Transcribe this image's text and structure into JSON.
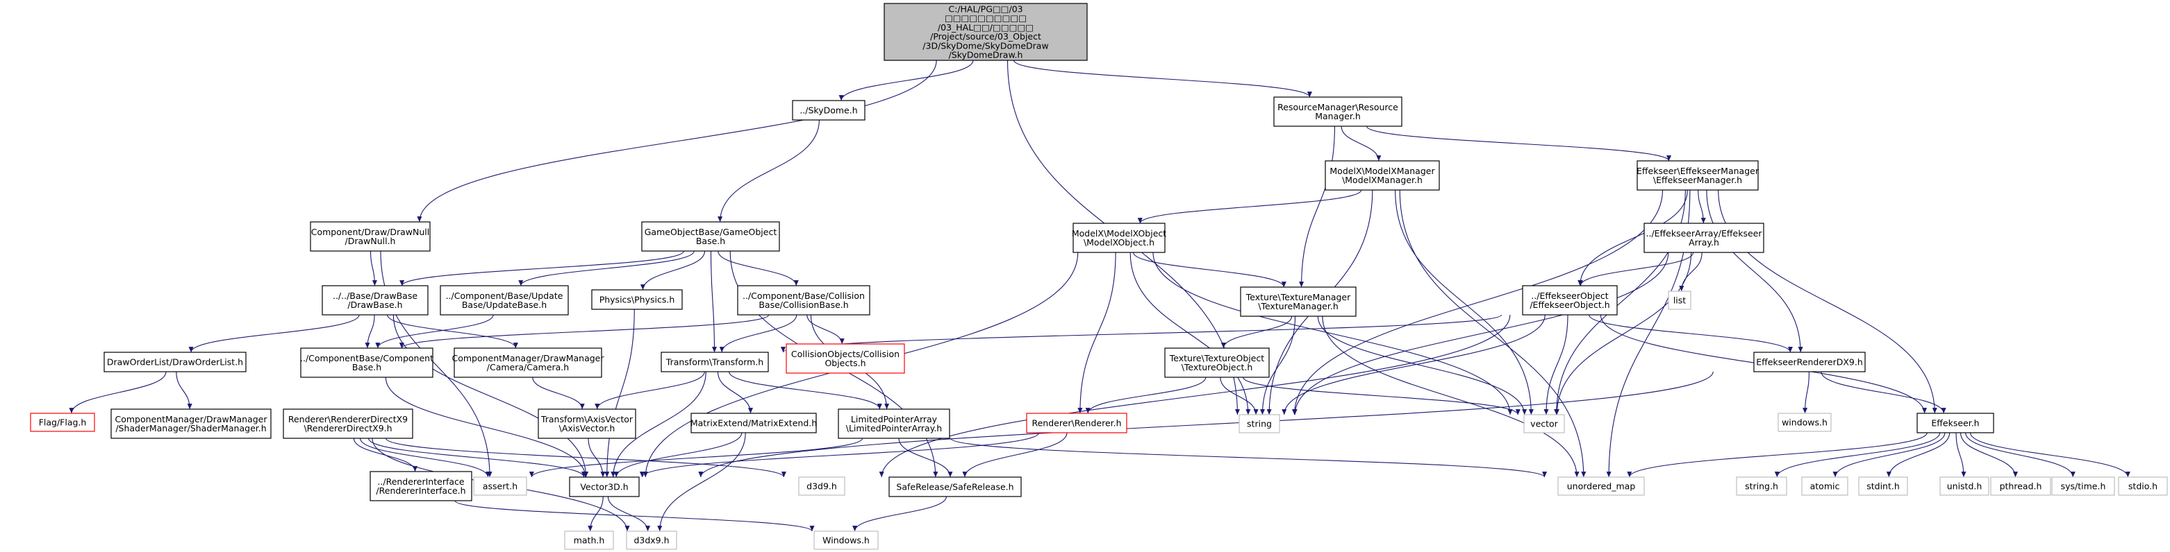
{
  "nodes": {
    "root": {
      "lines": [
        "C:/HAL/PG□□/03",
        "□□□□□□□□□□",
        "/03_HAL□□/□□□□□",
        "/Project/source/03_Object",
        "/3D/SkyDome/SkyDomeDraw",
        "/SkyDomeDraw.h"
      ],
      "style": "root"
    },
    "skydome": {
      "lines": [
        "../SkyDome.h"
      ],
      "style": "normal"
    },
    "resmgr": {
      "lines": [
        "ResourceManager\\Resource",
        "Manager.h"
      ],
      "style": "normal"
    },
    "drawnull": {
      "lines": [
        "Component/Draw/DrawNull",
        "/DrawNull.h"
      ],
      "style": "normal"
    },
    "gameobjectbase": {
      "lines": [
        "GameObjectBase/GameObject",
        "Base.h"
      ],
      "style": "normal"
    },
    "modelxmgr": {
      "lines": [
        "ModelX\\ModelXManager",
        "\\ModelXManager.h"
      ],
      "style": "normal"
    },
    "effmgr": {
      "lines": [
        "Effekseer\\EffekseerManager",
        "\\EffekseerManager.h"
      ],
      "style": "normal"
    },
    "drawbase": {
      "lines": [
        "../../Base/DrawBase",
        "/DrawBase.h"
      ],
      "style": "normal"
    },
    "updatebase": {
      "lines": [
        "../Component/Base/Update",
        "Base/UpdateBase.h"
      ],
      "style": "normal"
    },
    "physics": {
      "lines": [
        "Physics\\Physics.h"
      ],
      "style": "normal"
    },
    "collisionbase": {
      "lines": [
        "../Component/Base/Collision",
        "Base/CollisionBase.h"
      ],
      "style": "normal"
    },
    "modelxobj": {
      "lines": [
        "ModelX\\ModelXObject",
        "\\ModelXObject.h"
      ],
      "style": "normal"
    },
    "texmgr": {
      "lines": [
        "Texture\\TextureManager",
        "\\TextureManager.h"
      ],
      "style": "normal"
    },
    "effarray": {
      "lines": [
        "../EffekseerArray/Effekseer",
        "Array.h"
      ],
      "style": "normal"
    },
    "list": {
      "lines": [
        "list"
      ],
      "style": "gray"
    },
    "effobj": {
      "lines": [
        "../EffekseerObject",
        "/EffekseerObject.h"
      ],
      "style": "normal"
    },
    "componentbase": {
      "lines": [
        "../ComponentBase/Component",
        "Base.h"
      ],
      "style": "normal"
    },
    "camera": {
      "lines": [
        "ComponentManager/DrawManager",
        "/Camera/Camera.h"
      ],
      "style": "normal"
    },
    "transform": {
      "lines": [
        "Transform\\Transform.h"
      ],
      "style": "normal"
    },
    "collisionobjects": {
      "lines": [
        "CollisionObjects/Collision",
        "Objects.h"
      ],
      "style": "red"
    },
    "texobj": {
      "lines": [
        "Texture\\TextureObject",
        "\\TextureObject.h"
      ],
      "style": "normal"
    },
    "effrenderer": {
      "lines": [
        "EffekseerRendererDX9.h"
      ],
      "style": "normal"
    },
    "drawlist": {
      "lines": [
        "DrawOrderList/DrawOrderList.h"
      ],
      "style": "normal"
    },
    "flag": {
      "lines": [
        "Flag/Flag.h"
      ],
      "style": "red"
    },
    "shadermgr": {
      "lines": [
        "ComponentManager/DrawManager",
        "/ShaderManager/ShaderManager.h"
      ],
      "style": "normal"
    },
    "rendererdx9": {
      "lines": [
        "Renderer\\RendererDirectX9",
        "\\RendererDirectX9.h"
      ],
      "style": "normal"
    },
    "axisvector": {
      "lines": [
        "Transform\\AxisVector",
        "\\AxisVector.h"
      ],
      "style": "normal"
    },
    "matrixextend": {
      "lines": [
        "MatrixExtend/MatrixExtend.h"
      ],
      "style": "normal"
    },
    "limitedptr": {
      "lines": [
        "LimitedPointerArray",
        "\\LimitedPointerArray.h"
      ],
      "style": "normal"
    },
    "renderer": {
      "lines": [
        "Renderer\\Renderer.h"
      ],
      "style": "red"
    },
    "string": {
      "lines": [
        "string"
      ],
      "style": "gray"
    },
    "vector": {
      "lines": [
        "vector"
      ],
      "style": "gray"
    },
    "windows_lc": {
      "lines": [
        "windows.h"
      ],
      "style": "gray"
    },
    "effekseer": {
      "lines": [
        "Effekseer.h"
      ],
      "style": "normal"
    },
    "rendererinterface": {
      "lines": [
        "../RendererInterface",
        "/RendererInterface.h"
      ],
      "style": "normal"
    },
    "assert": {
      "lines": [
        "assert.h"
      ],
      "style": "gray"
    },
    "vector3d": {
      "lines": [
        "Vector3D.h"
      ],
      "style": "normal"
    },
    "d3d9": {
      "lines": [
        "d3d9.h"
      ],
      "style": "gray"
    },
    "saferelease": {
      "lines": [
        "SafeRelease/SafeRelease.h"
      ],
      "style": "normal"
    },
    "unordered_map": {
      "lines": [
        "unordered_map"
      ],
      "style": "gray"
    },
    "string_h": {
      "lines": [
        "string.h"
      ],
      "style": "gray"
    },
    "atomic": {
      "lines": [
        "atomic"
      ],
      "style": "gray"
    },
    "stdint": {
      "lines": [
        "stdint.h"
      ],
      "style": "gray"
    },
    "unistd": {
      "lines": [
        "unistd.h"
      ],
      "style": "gray"
    },
    "pthread": {
      "lines": [
        "pthread.h"
      ],
      "style": "gray"
    },
    "systime": {
      "lines": [
        "sys/time.h"
      ],
      "style": "gray"
    },
    "stdio": {
      "lines": [
        "stdio.h"
      ],
      "style": "gray"
    },
    "math": {
      "lines": [
        "math.h"
      ],
      "style": "gray"
    },
    "d3dx9": {
      "lines": [
        "d3dx9.h"
      ],
      "style": "gray"
    },
    "windows_uc": {
      "lines": [
        "Windows.h"
      ],
      "style": "gray"
    }
  },
  "edges": [
    [
      "root",
      "skydome"
    ],
    [
      "root",
      "resmgr"
    ],
    [
      "root",
      "drawnull"
    ],
    [
      "root",
      "string"
    ],
    [
      "skydome",
      "gameobjectbase"
    ],
    [
      "resmgr",
      "modelxmgr"
    ],
    [
      "resmgr",
      "effmgr"
    ],
    [
      "resmgr",
      "texmgr"
    ],
    [
      "drawnull",
      "drawbase"
    ],
    [
      "drawnull",
      "assert"
    ],
    [
      "gameobjectbase",
      "drawbase"
    ],
    [
      "gameobjectbase",
      "updatebase"
    ],
    [
      "gameobjectbase",
      "physics"
    ],
    [
      "gameobjectbase",
      "collisionbase"
    ],
    [
      "gameobjectbase",
      "transform"
    ],
    [
      "gameobjectbase",
      "saferelease"
    ],
    [
      "modelxmgr",
      "modelxobj"
    ],
    [
      "modelxmgr",
      "string"
    ],
    [
      "modelxmgr",
      "vector"
    ],
    [
      "modelxmgr",
      "unordered_map"
    ],
    [
      "effmgr",
      "effarray"
    ],
    [
      "effmgr",
      "effobj"
    ],
    [
      "effmgr",
      "effrenderer"
    ],
    [
      "effmgr",
      "effekseer"
    ],
    [
      "effmgr",
      "string"
    ],
    [
      "effmgr",
      "vector"
    ],
    [
      "effmgr",
      "unordered_map"
    ],
    [
      "drawbase",
      "drawlist"
    ],
    [
      "drawbase",
      "componentbase"
    ],
    [
      "drawbase",
      "camera"
    ],
    [
      "drawbase",
      "vector3d"
    ],
    [
      "updatebase",
      "componentbase"
    ],
    [
      "physics",
      "vector3d"
    ],
    [
      "collisionbase",
      "componentbase"
    ],
    [
      "collisionbase",
      "transform"
    ],
    [
      "collisionbase",
      "collisionobjects"
    ],
    [
      "collisionbase",
      "limitedptr"
    ],
    [
      "modelxobj",
      "texmgr"
    ],
    [
      "modelxobj",
      "renderer"
    ],
    [
      "modelxobj",
      "vector3d"
    ],
    [
      "modelxobj",
      "string"
    ],
    [
      "modelxobj",
      "vector"
    ],
    [
      "texmgr",
      "texobj"
    ],
    [
      "texmgr",
      "string"
    ],
    [
      "texmgr",
      "vector"
    ],
    [
      "texmgr",
      "unordered_map"
    ],
    [
      "effarray",
      "effobj"
    ],
    [
      "effarray",
      "list"
    ],
    [
      "effarray",
      "string"
    ],
    [
      "effarray",
      "vector"
    ],
    [
      "effobj",
      "effrenderer"
    ],
    [
      "effobj",
      "effekseer"
    ],
    [
      "effobj",
      "string"
    ],
    [
      "effobj",
      "vector"
    ],
    [
      "effobj",
      "d3d9"
    ],
    [
      "effobj",
      "transform"
    ],
    [
      "componentbase",
      "vector3d"
    ],
    [
      "camera",
      "axisvector"
    ],
    [
      "transform",
      "axisvector"
    ],
    [
      "transform",
      "matrixextend"
    ],
    [
      "transform",
      "limitedptr"
    ],
    [
      "transform",
      "vector3d"
    ],
    [
      "texobj",
      "renderer"
    ],
    [
      "texobj",
      "string"
    ],
    [
      "texobj",
      "vector"
    ],
    [
      "effrenderer",
      "effekseer"
    ],
    [
      "effrenderer",
      "windows_lc"
    ],
    [
      "effrenderer",
      "vector3d"
    ],
    [
      "drawlist",
      "flag"
    ],
    [
      "drawlist",
      "shadermgr"
    ],
    [
      "rendererdx9",
      "rendererinterface"
    ],
    [
      "rendererdx9",
      "assert"
    ],
    [
      "rendererdx9",
      "vector3d"
    ],
    [
      "rendererdx9",
      "d3d9"
    ],
    [
      "rendererdx9",
      "d3dx9"
    ],
    [
      "axisvector",
      "vector3d"
    ],
    [
      "matrixextend",
      "vector3d"
    ],
    [
      "matrixextend",
      "d3dx9"
    ],
    [
      "limitedptr",
      "saferelease"
    ],
    [
      "limitedptr",
      "assert"
    ],
    [
      "limitedptr",
      "unordered_map"
    ],
    [
      "renderer",
      "saferelease"
    ],
    [
      "renderer",
      "vector3d"
    ],
    [
      "effekseer",
      "string_h"
    ],
    [
      "effekseer",
      "atomic"
    ],
    [
      "effekseer",
      "stdint"
    ],
    [
      "effekseer",
      "unistd"
    ],
    [
      "effekseer",
      "pthread"
    ],
    [
      "effekseer",
      "systime"
    ],
    [
      "effekseer",
      "stdio"
    ],
    [
      "effekseer",
      "unordered_map"
    ],
    [
      "rendererinterface",
      "windows_uc"
    ],
    [
      "vector3d",
      "math"
    ],
    [
      "vector3d",
      "d3dx9"
    ],
    [
      "saferelease",
      "windows_uc"
    ]
  ],
  "styles": {
    "root": {
      "fill": "#bfbfbf",
      "stroke": "#000000"
    },
    "normal": {
      "fill": "#ffffff",
      "stroke": "#000000"
    },
    "gray": {
      "fill": "#ffffff",
      "stroke": "#bfbfbf"
    },
    "red": {
      "fill": "#ffffff",
      "stroke": "#ff0000"
    }
  },
  "edge_color": "#191970"
}
